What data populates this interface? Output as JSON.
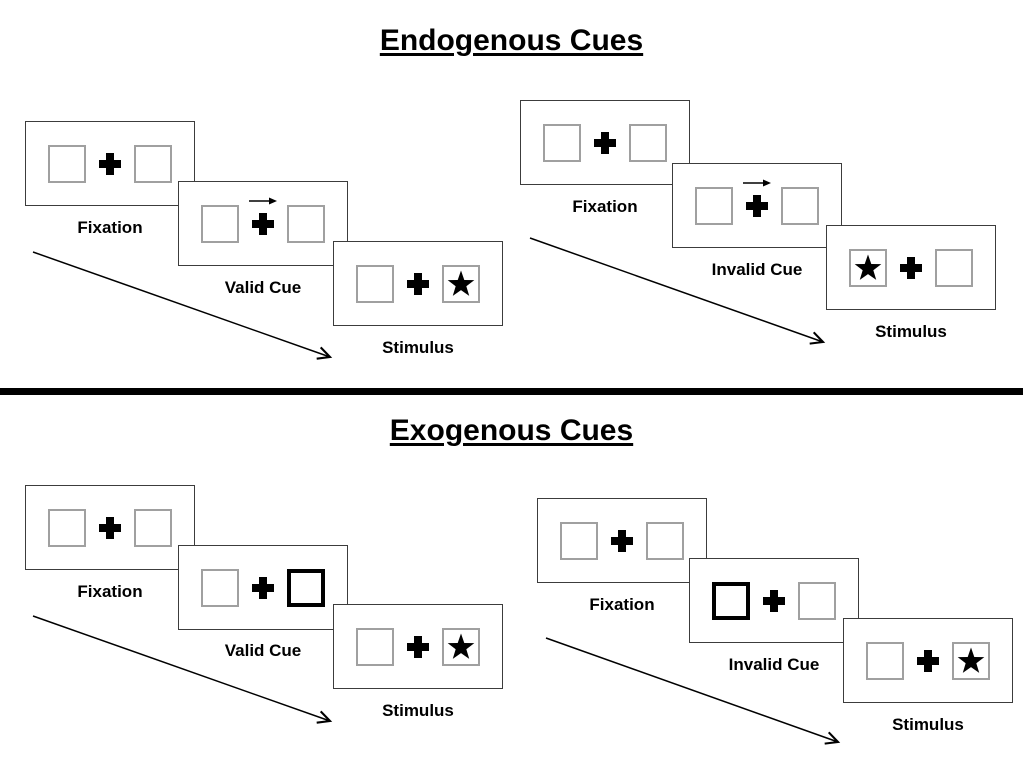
{
  "colors": {
    "background": "#ffffff",
    "ink": "#000000",
    "panel_border": "#3c3c3c",
    "placeholder_box_border": "#a0a0a0",
    "cue_box_border": "#000000",
    "divider": "#000000"
  },
  "icons": {
    "fixation-cross-icon": "✚",
    "cue-arrow-icon": "→",
    "target-star-icon": "★",
    "time-arrow-icon": "↘"
  },
  "sections": [
    {
      "id": "endogenous",
      "title": "Endogenous Cues",
      "groups": [
        {
          "id": "endogenous-valid",
          "panels": [
            {
              "label": "Fixation",
              "left_box": "empty",
              "center": "plus",
              "right_box": "empty"
            },
            {
              "label": "Valid Cue",
              "left_box": "empty",
              "center": "plus-with-right-arrow",
              "right_box": "empty"
            },
            {
              "label": "Stimulus",
              "left_box": "empty",
              "center": "plus",
              "right_box": "star"
            }
          ]
        },
        {
          "id": "endogenous-invalid",
          "panels": [
            {
              "label": "Fixation",
              "left_box": "empty",
              "center": "plus",
              "right_box": "empty"
            },
            {
              "label": "Invalid Cue",
              "left_box": "empty",
              "center": "plus-with-right-arrow",
              "right_box": "empty"
            },
            {
              "label": "Stimulus",
              "left_box": "star",
              "center": "plus",
              "right_box": "empty"
            }
          ]
        }
      ]
    },
    {
      "id": "exogenous",
      "title": "Exogenous Cues",
      "groups": [
        {
          "id": "exogenous-valid",
          "panels": [
            {
              "label": "Fixation",
              "left_box": "empty",
              "center": "plus",
              "right_box": "empty"
            },
            {
              "label": "Valid Cue",
              "left_box": "empty",
              "center": "plus",
              "right_box": "empty-bold"
            },
            {
              "label": "Stimulus",
              "left_box": "empty",
              "center": "plus",
              "right_box": "star"
            }
          ]
        },
        {
          "id": "exogenous-invalid",
          "panels": [
            {
              "label": "Fixation",
              "left_box": "empty",
              "center": "plus",
              "right_box": "empty"
            },
            {
              "label": "Invalid Cue",
              "left_box": "empty-bold",
              "center": "plus",
              "right_box": "empty"
            },
            {
              "label": "Stimulus",
              "left_box": "empty",
              "center": "plus",
              "right_box": "star"
            }
          ]
        }
      ]
    }
  ]
}
